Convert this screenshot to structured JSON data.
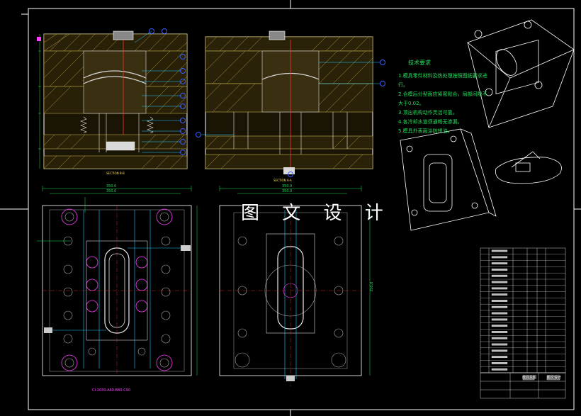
{
  "overlay_title": "图 文 设 计",
  "tech_requirements": {
    "title": "技术要求",
    "lines": [
      "1.模具零件材料及热处理按照图纸要求进行。",
      "2.合模后分型面应紧密贴合，局部间隙不大于0.02。",
      "3.顶出机构动作灵活可靠。",
      "4.各冷却水道须通畅无渗漏。",
      "5.模具外表面涂防锈油。"
    ]
  },
  "drawings": {
    "section_left_caption": "SECTION  B-B",
    "section_right_caption": "SECTION  A-A",
    "plan_left_width_top": "350.0",
    "plan_left_width_inner": "350.0",
    "plan_right_width_top": "350.0",
    "plan_right_width_inner": "350.0",
    "plan_height": "350.0",
    "note_magenta": "CI-2030-A60-B80-C90"
  },
  "title_block": {
    "drawing_name": "模具总图",
    "company": "图文设计"
  },
  "colors": {
    "frame": "#ffffff",
    "section_hatch": "#d4c25a",
    "cavity": "#d6d6d6",
    "cyan_lines": "#1ec8ff",
    "magenta": "#ff40ff",
    "green": "#22e05a",
    "red_center": "#ff3030",
    "blue_balloon": "#3a5bff"
  }
}
